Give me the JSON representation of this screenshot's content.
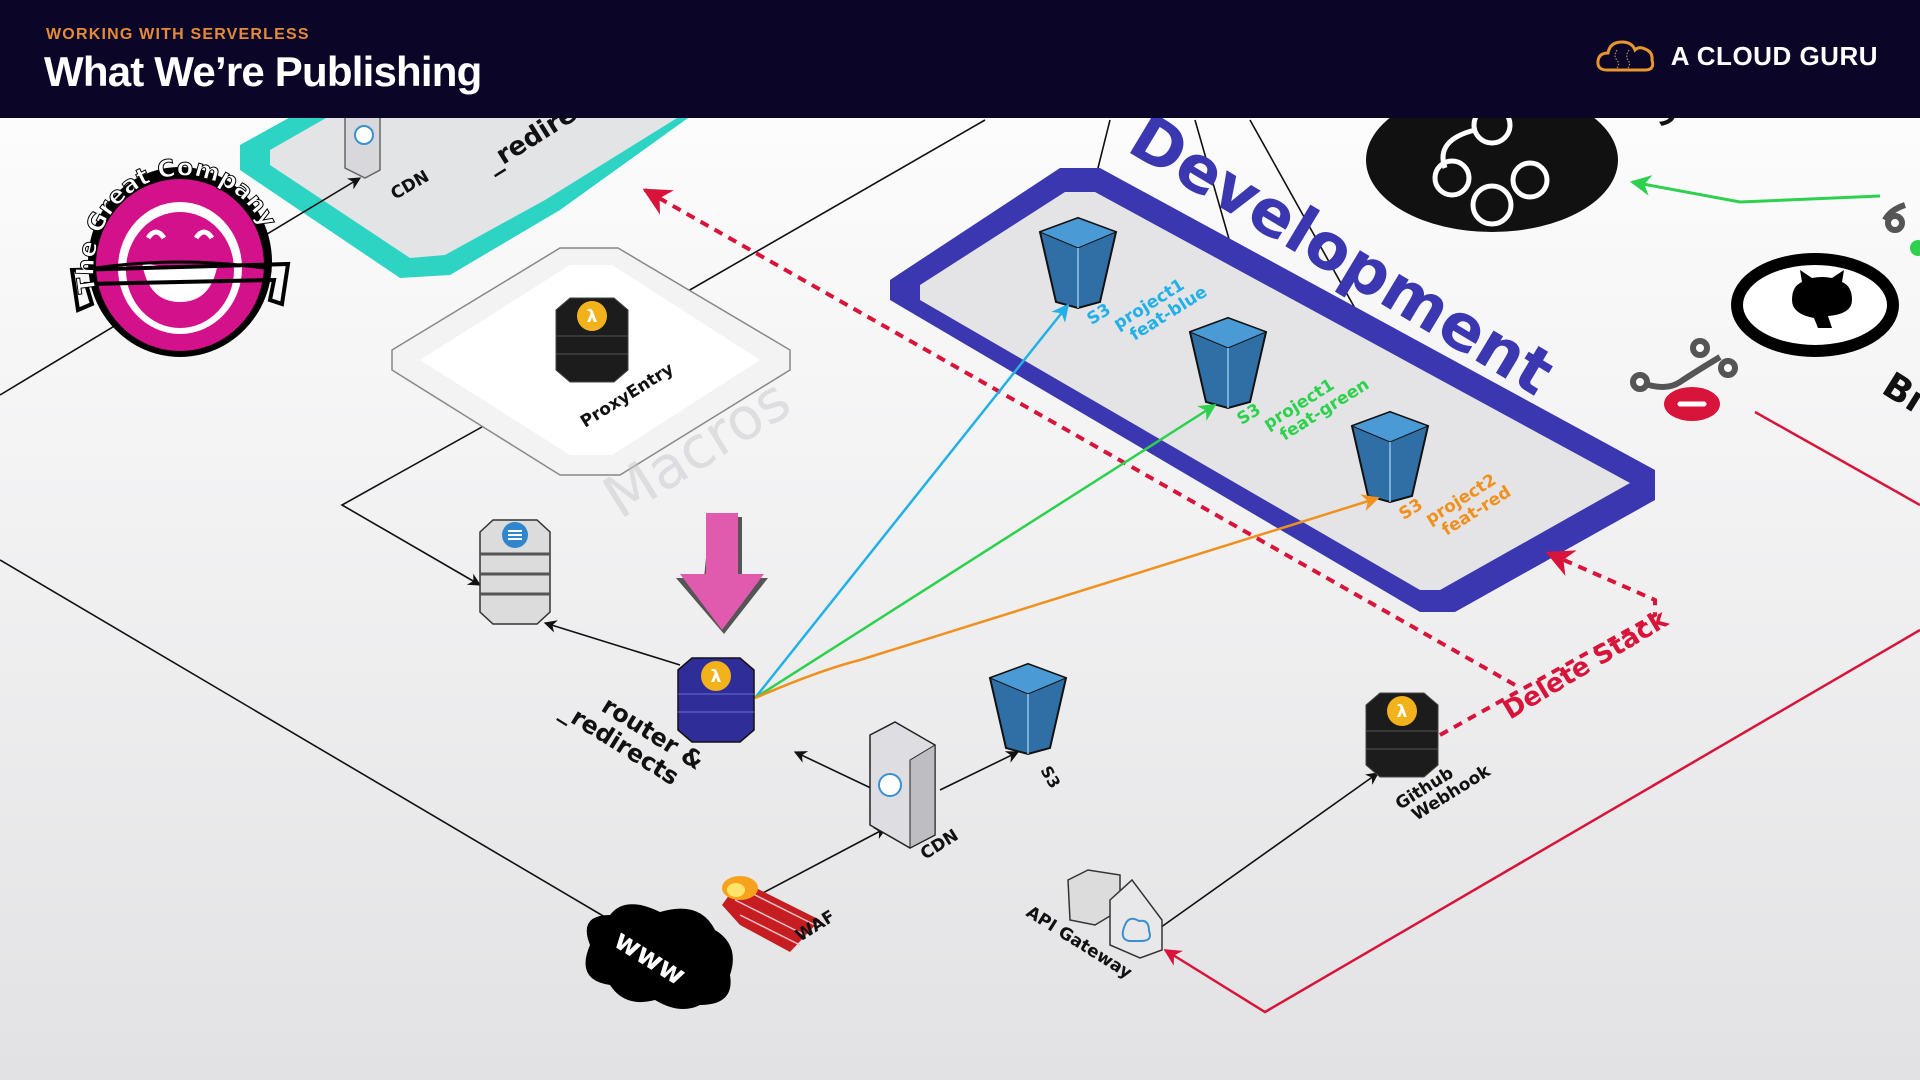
{
  "header": {
    "eyebrow": "WORKING WITH SERVERLESS",
    "title": "What We’re Publishing",
    "brand": "A CLOUD GURU",
    "brand_icon": "cloud-icon"
  },
  "logo": {
    "text": "The Great Company",
    "icon": "smiley-face-icon"
  },
  "colors": {
    "header_bg": "#0b0628",
    "eyebrow": "#e58a3b",
    "development_border": "#3a37b0",
    "production_border": "#2dd4c4",
    "blue_branch": "#22b0e8",
    "green_branch": "#2dd14d",
    "orange_branch": "#f0901e",
    "delete_stack": "#d8143a",
    "highlight_arrow": "#e05aad"
  },
  "diagram": {
    "development_label": "Development",
    "macros_label": "Macros",
    "proxy_entry_label": "ProxyEntry",
    "top_cdn_label": "CDN",
    "top_redirects_partial": "_redire",
    "router_label_line1": "router &",
    "router_label_line2": "_redirects",
    "cdn_label": "CDN",
    "s3_label": "S3",
    "waf_label": "WAF",
    "www_label": "www",
    "api_gateway_label": "API Gateway",
    "webhook_label_line1": "Github",
    "webhook_label_line2": "Webhook",
    "delete_stack_label": "Delete Stack",
    "right_partial_label": "Bı",
    "buckets": [
      {
        "line1": "S3",
        "line2": "project1",
        "line3": "feat-blue"
      },
      {
        "line1": "S3",
        "line2": "project1",
        "line3": "feat-green"
      },
      {
        "line1": "S3",
        "line2": "project2",
        "line3": "feat-red"
      }
    ]
  }
}
